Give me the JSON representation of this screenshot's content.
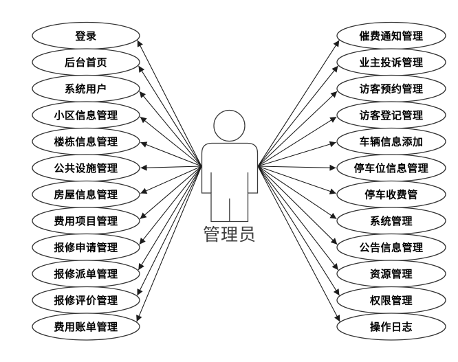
{
  "diagram": {
    "actor": {
      "label": "管理员"
    },
    "left_usecases": [
      "登录",
      "后台首页",
      "系统用户",
      "小区信息管理",
      "楼栋信息管理",
      "公共设施管理",
      "房屋信息管理",
      "费用项目管理",
      "报修申请管理",
      "报修派单管理",
      "报修评价管理",
      "费用账单管理"
    ],
    "right_usecases": [
      "催费通知管理",
      "业主投诉管理",
      "访客预约管理",
      "访客登记管理",
      "车辆信息添加",
      "停车位信息管理",
      "停车收费管",
      "系统管理",
      "公告信息管理",
      "资源管理",
      "权限管理",
      "操作日志"
    ],
    "colors": {
      "background": "#ffffff",
      "shape_fill": "#ffffff",
      "shape_stroke": "#333333",
      "connector": "#1c1c1c",
      "usecase_text": "#000000",
      "actor_stroke": "#3a3a3a",
      "actor_label": "#3f3f3f"
    }
  }
}
